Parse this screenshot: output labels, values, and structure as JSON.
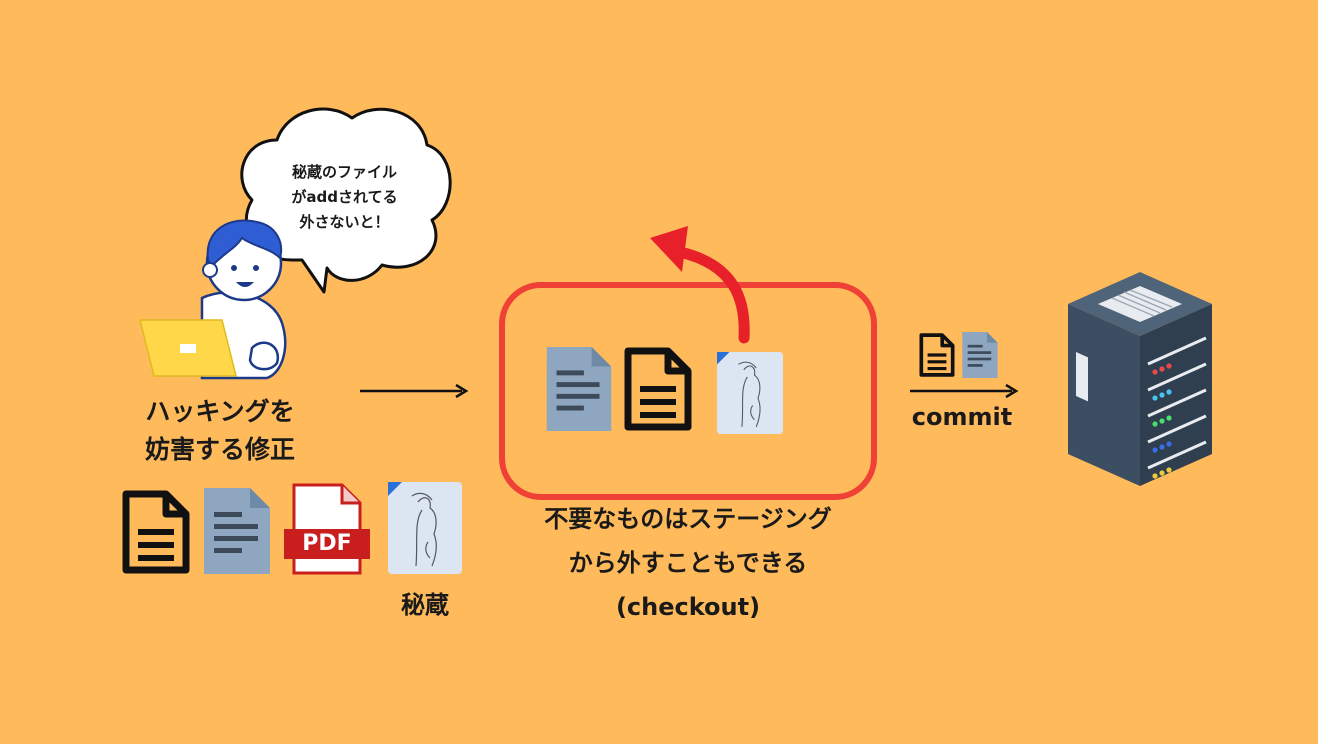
{
  "colors": {
    "background": "#ffba5b",
    "highlight_box": "#ef4136",
    "curved_arrow": "#e8202a",
    "doc_gray": "#8ea6bf",
    "doc_lines": "#3c4a5a",
    "pdf_red": "#c81e1e",
    "server_body": "#3b4e62"
  },
  "speech_bubble": {
    "lines": [
      "秘蔵のファイル",
      "がaddされてる",
      "外さないと！"
    ]
  },
  "left_caption": {
    "lines": [
      "ハッキングを",
      "妨害する修正"
    ]
  },
  "left_files": {
    "pdf_label": "PDF",
    "secret_label": "秘蔵"
  },
  "center_caption": {
    "lines": [
      "不要なものはステージング",
      "から外すこともできる",
      "(checkout)"
    ]
  },
  "commit_label": "commit"
}
